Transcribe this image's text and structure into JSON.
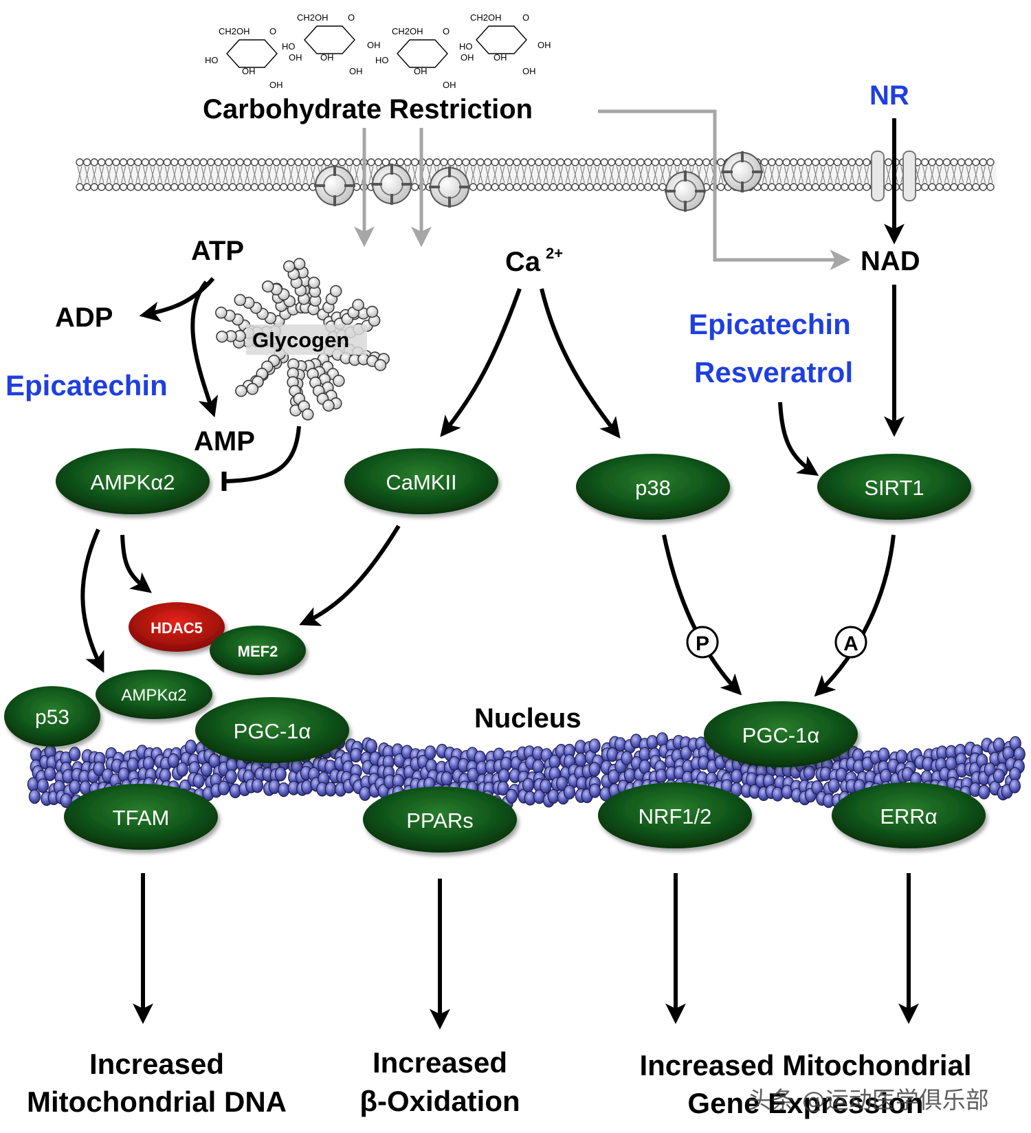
{
  "chemistry": {
    "ring_labels": [
      "CH2OH",
      "O",
      "HO",
      "OH",
      "OH",
      "OH"
    ]
  },
  "labels": {
    "carb_restriction": "Carbohydrate Restriction",
    "nr": "NR",
    "atp": "ATP",
    "adp": "ADP",
    "amp": "AMP",
    "epicatechin_left": "Epicatechin",
    "glycogen": "Glycogen",
    "ca": "Ca",
    "ca_charge": "2+",
    "nad": "NAD",
    "epicatechin_right": "Epicatechin",
    "resveratrol": "Resveratrol",
    "nucleus": "Nucleus",
    "phospho": "P",
    "acetyl": "A"
  },
  "proteins": {
    "ampk_top": "AMPKα2",
    "camkii": "CaMKII",
    "p38": "p38",
    "sirt1": "SIRT1",
    "hdac5": "HDAC5",
    "mef2": "MEF2",
    "ampk_nuc": "AMPKα2",
    "p53": "p53",
    "pgc_left": "PGC-1α",
    "pgc_right": "PGC-1α",
    "tfam": "TFAM",
    "ppars": "PPARs",
    "nrf": "NRF1/2",
    "erra": "ERRα"
  },
  "outcomes": {
    "mtdna_line1": "Increased",
    "mtdna_line2": "Mitochondrial DNA",
    "box_line1": "Increased",
    "box_line2": "β-Oxidation",
    "gene_line1": "Increased  Mitochondrial",
    "gene_line2": "Gene Expression"
  },
  "watermark": "头条 @运动医学俱乐部",
  "colors": {
    "blue_text": "#1f3fe0",
    "protein_green": "#0b4d12",
    "hdac_red": "#b0150e",
    "nucleus_purple": "#5a5fbf",
    "gray_arrow": "#a6a6a6"
  }
}
